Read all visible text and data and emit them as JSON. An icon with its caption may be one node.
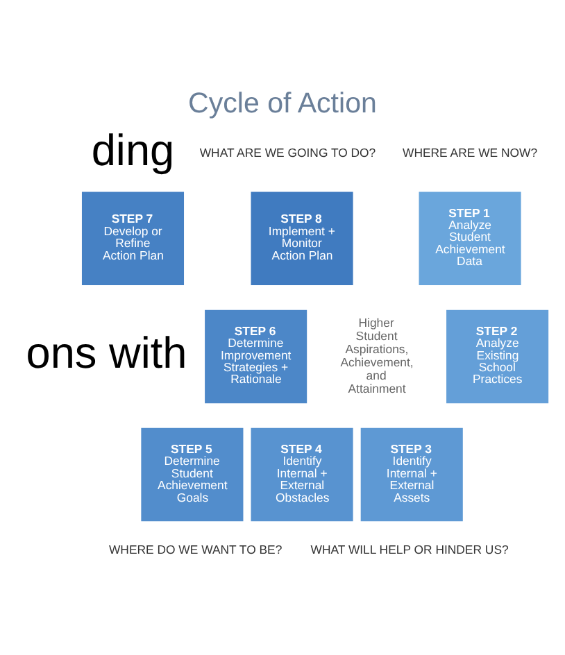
{
  "diagram": {
    "title": "Cycle of Action",
    "nodes": [
      {
        "text": [
          "STEP 1",
          "Analyze Student Achievement Data"
        ]
      },
      {
        "text": [
          "STEP 2",
          "Analyze Existing School Practices"
        ]
      },
      {
        "text": [
          "STEP 3",
          "Identify Internal + External Assets"
        ]
      },
      {
        "text": [
          "STEP 4",
          "Identify Internal + External Obstacles"
        ]
      },
      {
        "text": [
          "STEP 5",
          "Determine Student Achievement Goals"
        ]
      },
      {
        "text": [
          "STEP 6",
          "Determine Improvement Strategies + Rationale"
        ]
      },
      {
        "text": [
          "STEP 7",
          "Develop or Refine Action Plan"
        ]
      },
      {
        "text": [
          "STEP 8",
          "Implement + Monitor Action Plan"
        ]
      },
      {
        "text": [
          "Higher Student Aspirations, Achievement, and Attainment"
        ]
      }
    ],
    "edges": [],
    "labels": [
      "ding",
      "WHAT ARE WE GOING TO DO?",
      "WHERE ARE WE NOW?",
      "ons with",
      "WHAT WILL HELP OR HINDER US?",
      "WHERE DO WE WANT TO BE?"
    ]
  }
}
